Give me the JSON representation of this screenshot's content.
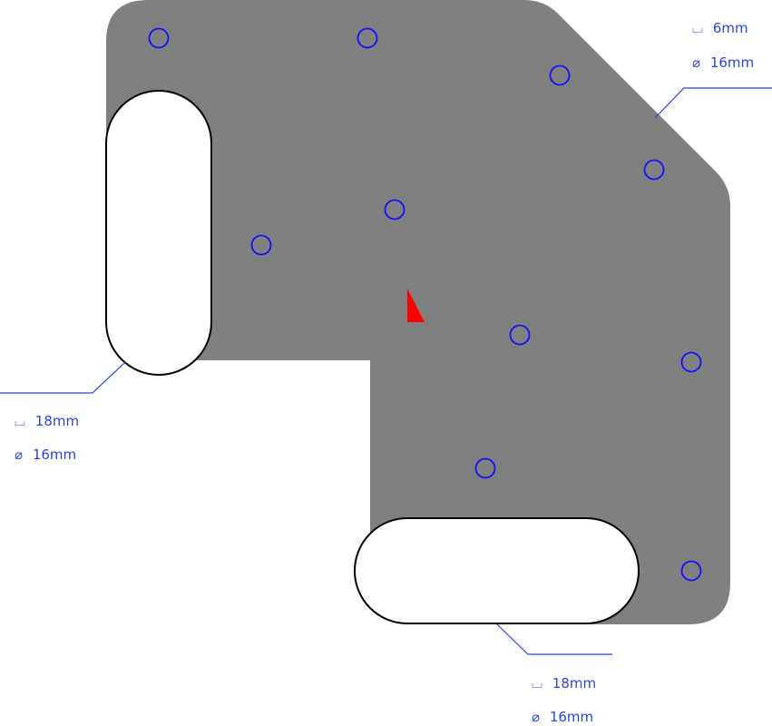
{
  "diagram": {
    "callouts": [
      {
        "id": "top-right",
        "depth": "6mm",
        "diameter": "16mm"
      },
      {
        "id": "left",
        "depth": "18mm",
        "diameter": "16mm"
      },
      {
        "id": "bottom",
        "depth": "18mm",
        "diameter": "16mm"
      }
    ],
    "symbols": {
      "depth": "⌴",
      "diameter": "⌀"
    },
    "colors": {
      "plate": "#808080",
      "hole": "#1111ff",
      "annotation": "#2747d6",
      "marker": "#ff0000"
    }
  }
}
